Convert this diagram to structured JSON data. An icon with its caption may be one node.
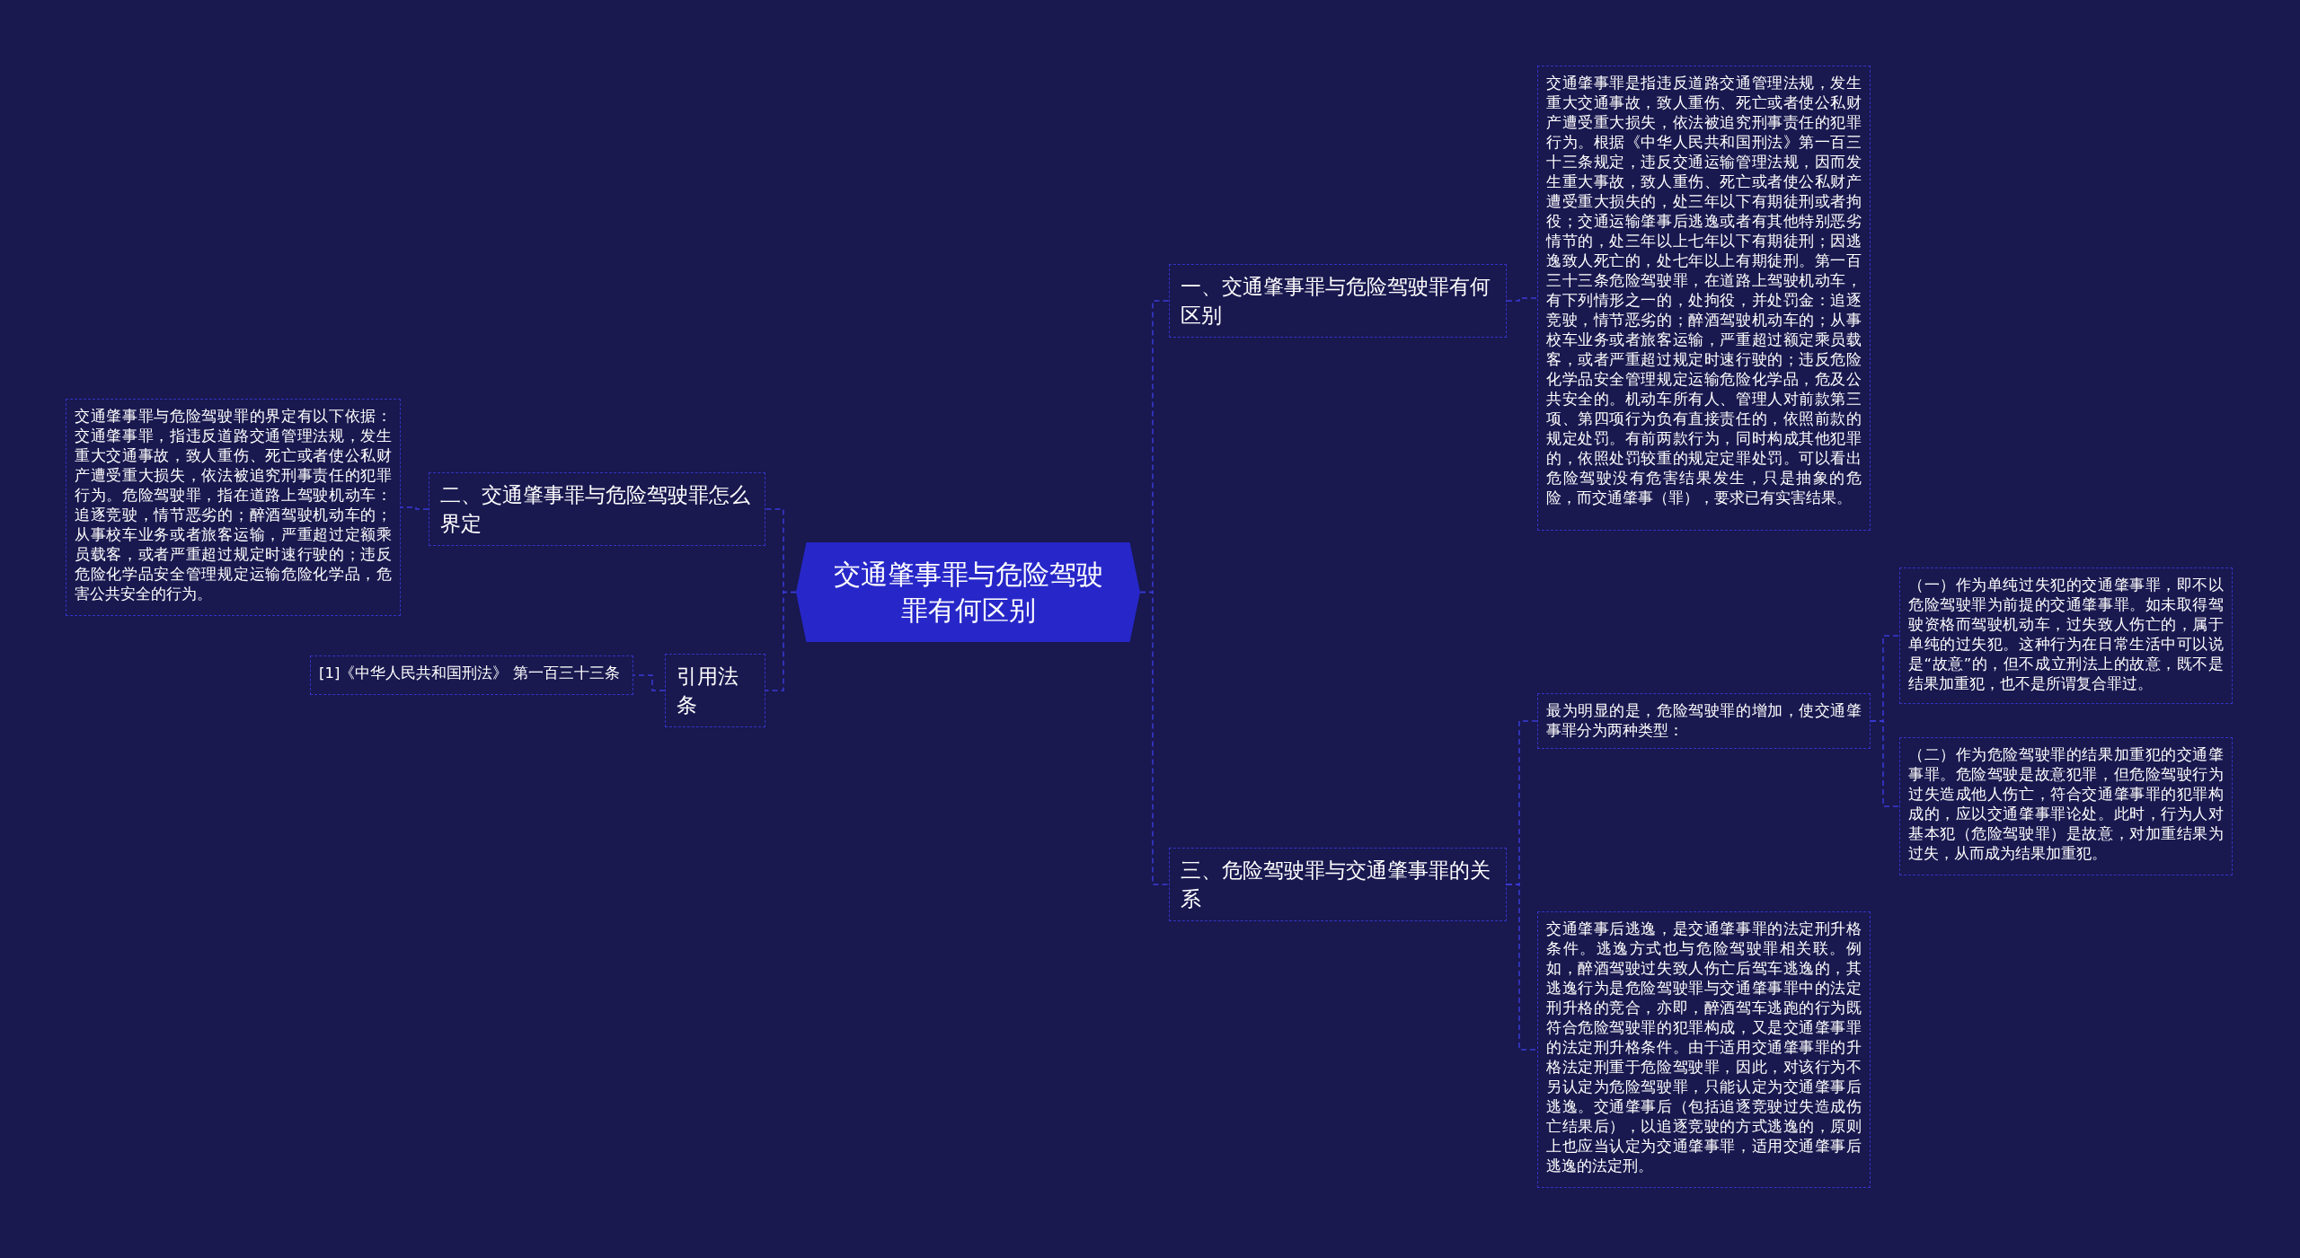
{
  "diagram": {
    "nodes": [
      {
        "text": [
          "交通肇事罪与危险驾驶罪有何区别"
        ]
      },
      {
        "text": [
          "一、交通肇事罪与危险驾驶罪有何区别"
        ]
      },
      {
        "text": [
          "交通肇事罪是指违反道路交通管理法规，发生重大交通事故，致人重伤、死亡或者使公私财产遭受重大损失，依法被追究刑事责任的犯罪行为。根据《中华人民共和国刑法》第一百三十三条规定，违反交通运输管理法规，因而发生重大事故，致人重伤、死亡或者使公私财产遭受重大损失的，处三年以下有期徒刑或者拘役；交通运输肇事后逃逸或者有其他特别恶劣情节的，处三年以上七年以下有期徒刑；因逃逸致人死亡的，处七年以上有期徒刑。第一百三十三条危险驾驶罪，在道路上驾驶机动车，有下列情形之一的，处拘役，并处罚金：追逐竞驶，情节恶劣的；醉酒驾驶机动车的；从事校车业务或者旅客运输，严重超过额定乘员载客，或者严重超过规定时速行驶的；违反危险化学品安全管理规定运输危险化学品，危及公共安全的。机动车所有人、管理人对前款第三项、第四项行为负有直接责任的，依照前款的规定处罚。有前两款行为，同时构成其他犯罪的，依照处罚较重的规定定罪处罚。可以看出危险驾驶没有危害结果发生，只是抽象的危险，而交通肇事（罪），要求已有实害结果。"
        ]
      },
      {
        "text": [
          "二、交通肇事罪与危险驾驶罪怎么界定"
        ]
      },
      {
        "text": [
          "交通肇事罪与危险驾驶罪的界定有以下依据：交通肇事罪，指违反道路交通管理法规，发生重大交通事故，致人重伤、死亡或者使公私财产遭受重大损失，依法被追究刑事责任的犯罪行为。危险驾驶罪，指在道路上驾驶机动车：追逐竞驶，情节恶劣的；醉酒驾驶机动车的；从事校车业务或者旅客运输，严重超过定额乘员载客，或者严重超过规定时速行驶的；违反危险化学品安全管理规定运输危险化学品，危害公共安全的行为。"
        ]
      },
      {
        "text": [
          "引用法条"
        ]
      },
      {
        "text": [
          "[1]《中华人民共和国刑法》 第一百三十三条"
        ]
      },
      {
        "text": [
          "三、危险驾驶罪与交通肇事罪的关系"
        ]
      },
      {
        "text": [
          "最为明显的是，危险驾驶罪的增加，使交通肇事罪分为两种类型："
        ]
      },
      {
        "text": [
          "（一）作为单纯过失犯的交通肇事罪，即不以危险驾驶罪为前提的交通肇事罪。如未取得驾驶资格而驾驶机动车，过失致人伤亡的，属于单纯的过失犯。这种行为在日常生活中可以说是“故意”的，但不成立刑法上的故意，既不是结果加重犯，也不是所谓复合罪过。"
        ]
      },
      {
        "text": [
          "（二）作为危险驾驶罪的结果加重犯的交通肇事罪。危险驾驶是故意犯罪，但危险驾驶行为过失造成他人伤亡，符合交通肇事罪的犯罪构成的，应以交通肇事罪论处。此时，行为人对基本犯（危险驾驶罪）是故意，对加重结果为过失，从而成为结果加重犯。"
        ]
      },
      {
        "text": [
          "交通肇事后逃逸，是交通肇事罪的法定刑升格条件。逃逸方式也与危险驾驶罪相关联。例如，醉酒驾驶过失致人伤亡后驾车逃逸的，其逃逸行为是危险驾驶罪与交通肇事罪中的法定刑升格的竞合，亦即，醉酒驾车逃跑的行为既符合危险驾驶罪的犯罪构成，又是交通肇事罪的法定刑升格条件。由于适用交通肇事罪的升格法定刑重于危险驾驶罪，因此，对该行为不另认定为危险驾驶罪，只能认定为交通肇事后逃逸。交通肇事后（包括追逐竞驶过失造成伤亡结果后），以追逐竞驶的方式逃逸的，原则上也应当认定为交通肇事罪，适用交通肇事后逃逸的法定刑。"
        ]
      }
    ],
    "edges": [
      {
        "from": 0,
        "to": 1,
        "arrow": "none",
        "style": "dashed"
      },
      {
        "from": 1,
        "to": 2,
        "arrow": "none",
        "style": "dashed"
      },
      {
        "from": 0,
        "to": 3,
        "arrow": "none",
        "style": "dashed"
      },
      {
        "from": 3,
        "to": 4,
        "arrow": "none",
        "style": "dashed"
      },
      {
        "from": 0,
        "to": 5,
        "arrow": "none",
        "style": "dashed"
      },
      {
        "from": 5,
        "to": 6,
        "arrow": "none",
        "style": "dashed"
      },
      {
        "from": 0,
        "to": 7,
        "arrow": "none",
        "style": "dashed"
      },
      {
        "from": 7,
        "to": 8,
        "arrow": "none",
        "style": "dashed"
      },
      {
        "from": 8,
        "to": 9,
        "arrow": "none",
        "style": "dashed"
      },
      {
        "from": 8,
        "to": 10,
        "arrow": "none",
        "style": "dashed"
      },
      {
        "from": 7,
        "to": 11,
        "arrow": "none",
        "style": "dashed"
      }
    ]
  }
}
